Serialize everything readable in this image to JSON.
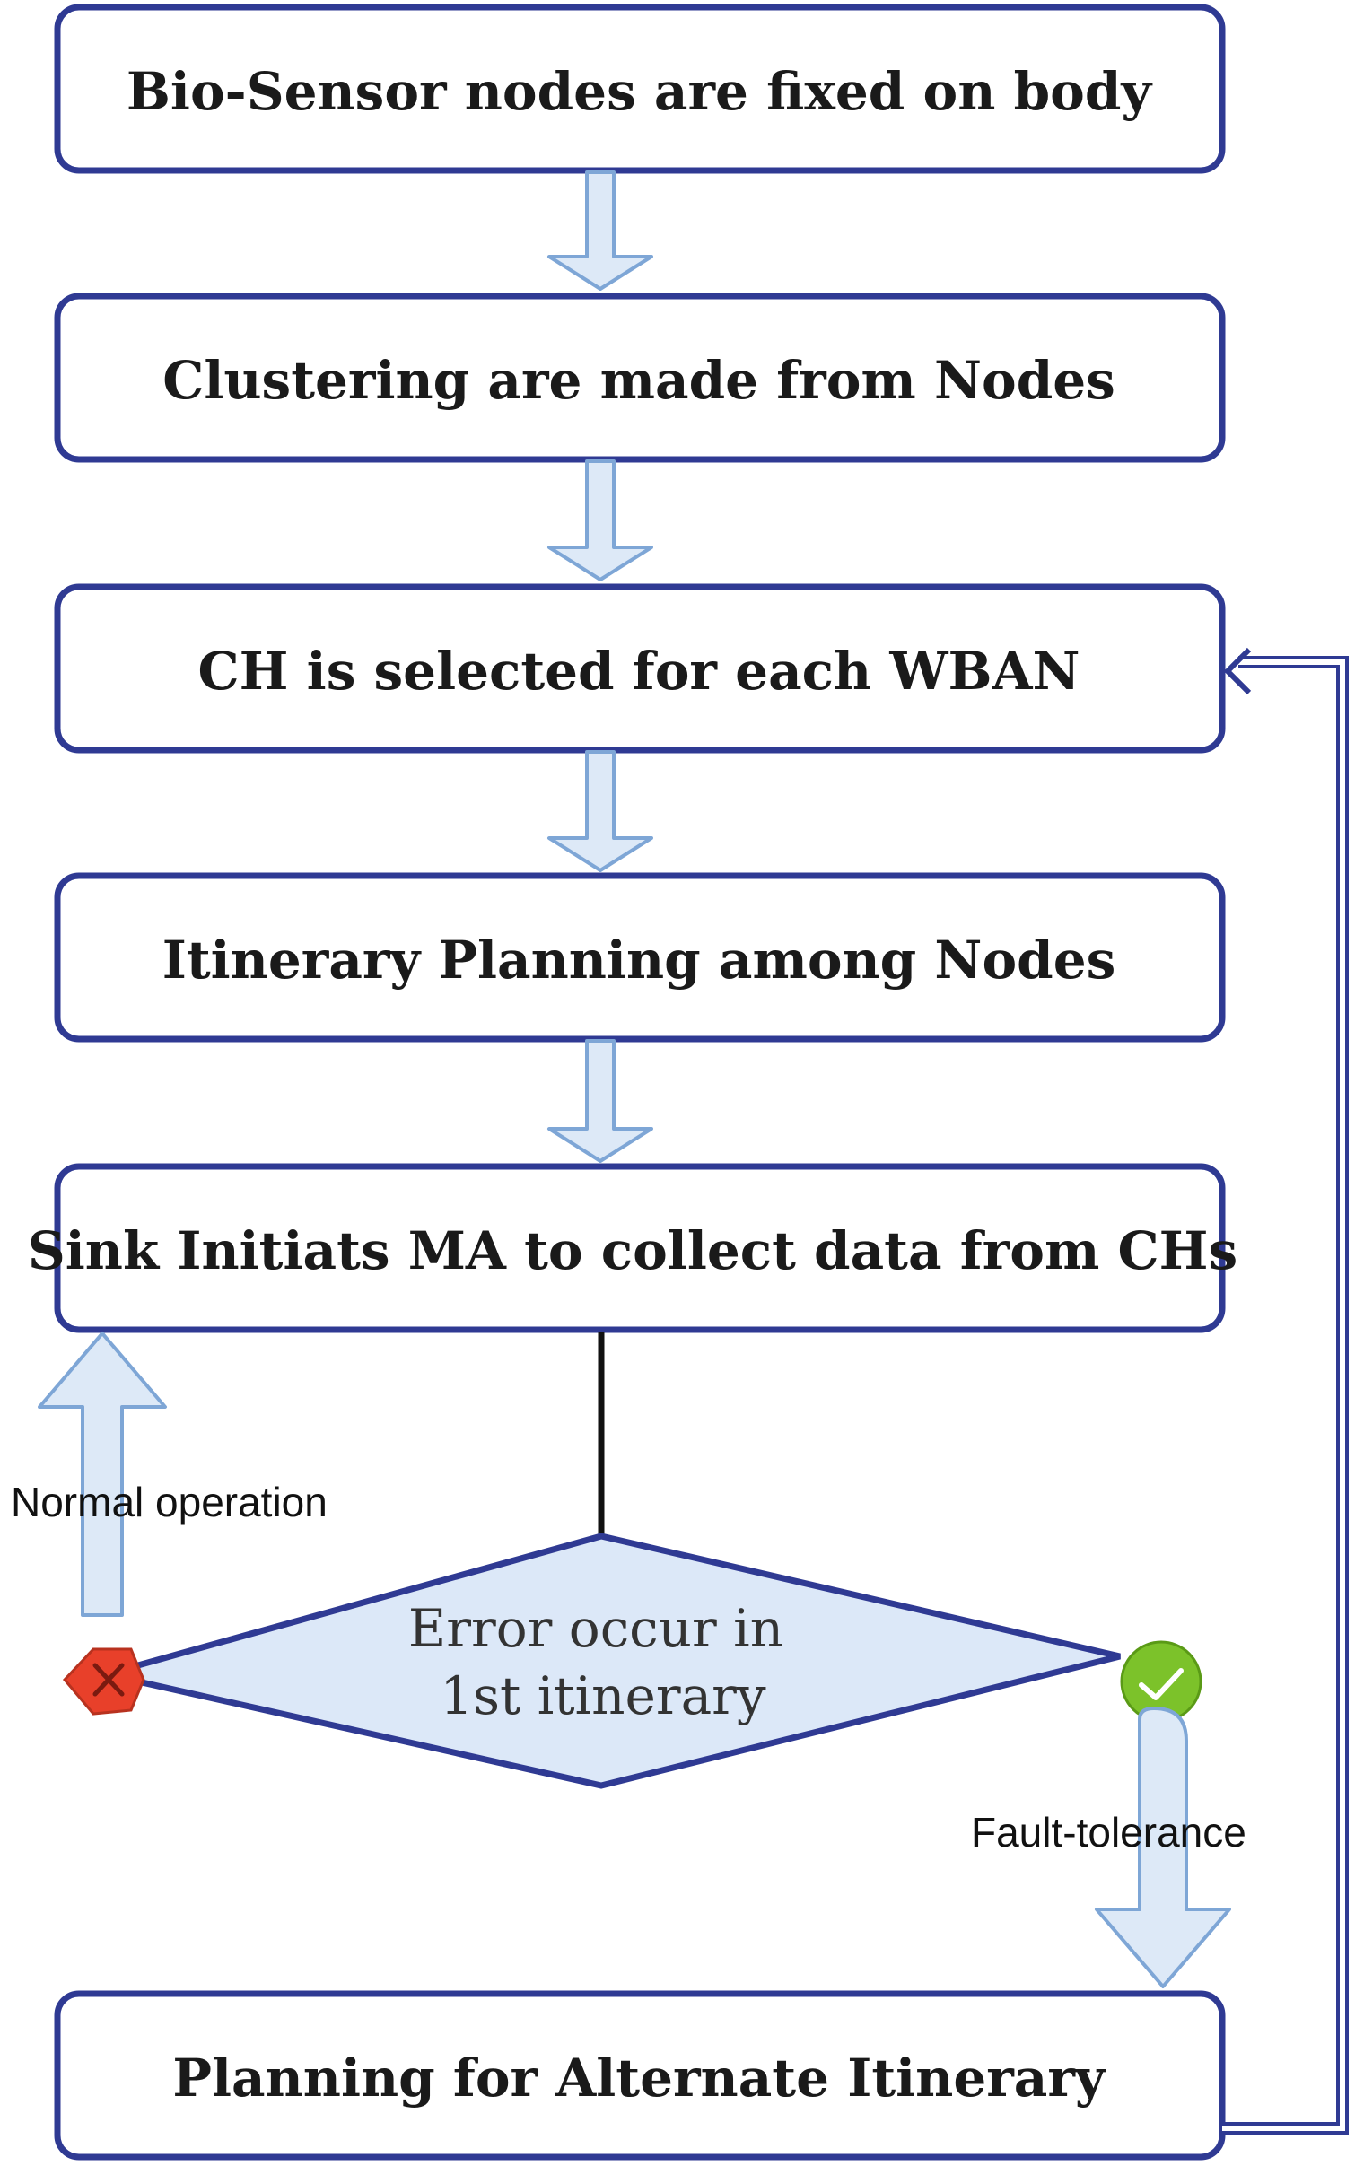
{
  "steps": [
    "Bio-Sensor nodes are fixed on body",
    "Clustering are made from Nodes",
    "CH is selected for each WBAN",
    "Itinerary Planning among Nodes",
    "Sink Initiats MA to collect data from CHs"
  ],
  "decision": {
    "line1": "Error occur in",
    "line2": "1st itinerary"
  },
  "final_step": "Planning for Alternate Itinerary",
  "labels": {
    "no_branch": "Normal operation",
    "yes_branch": "Fault-tolerance"
  },
  "status_icons": {
    "error": "x-mark-icon",
    "success": "check-mark-icon"
  },
  "colors": {
    "box_border": "#2f3a93",
    "diamond_fill": "#dce8f8",
    "arrow_fill": "#dde9f7",
    "arrow_stroke": "#7ea6d6",
    "error_badge": "#e8402a",
    "success_badge": "#7cc22a"
  }
}
